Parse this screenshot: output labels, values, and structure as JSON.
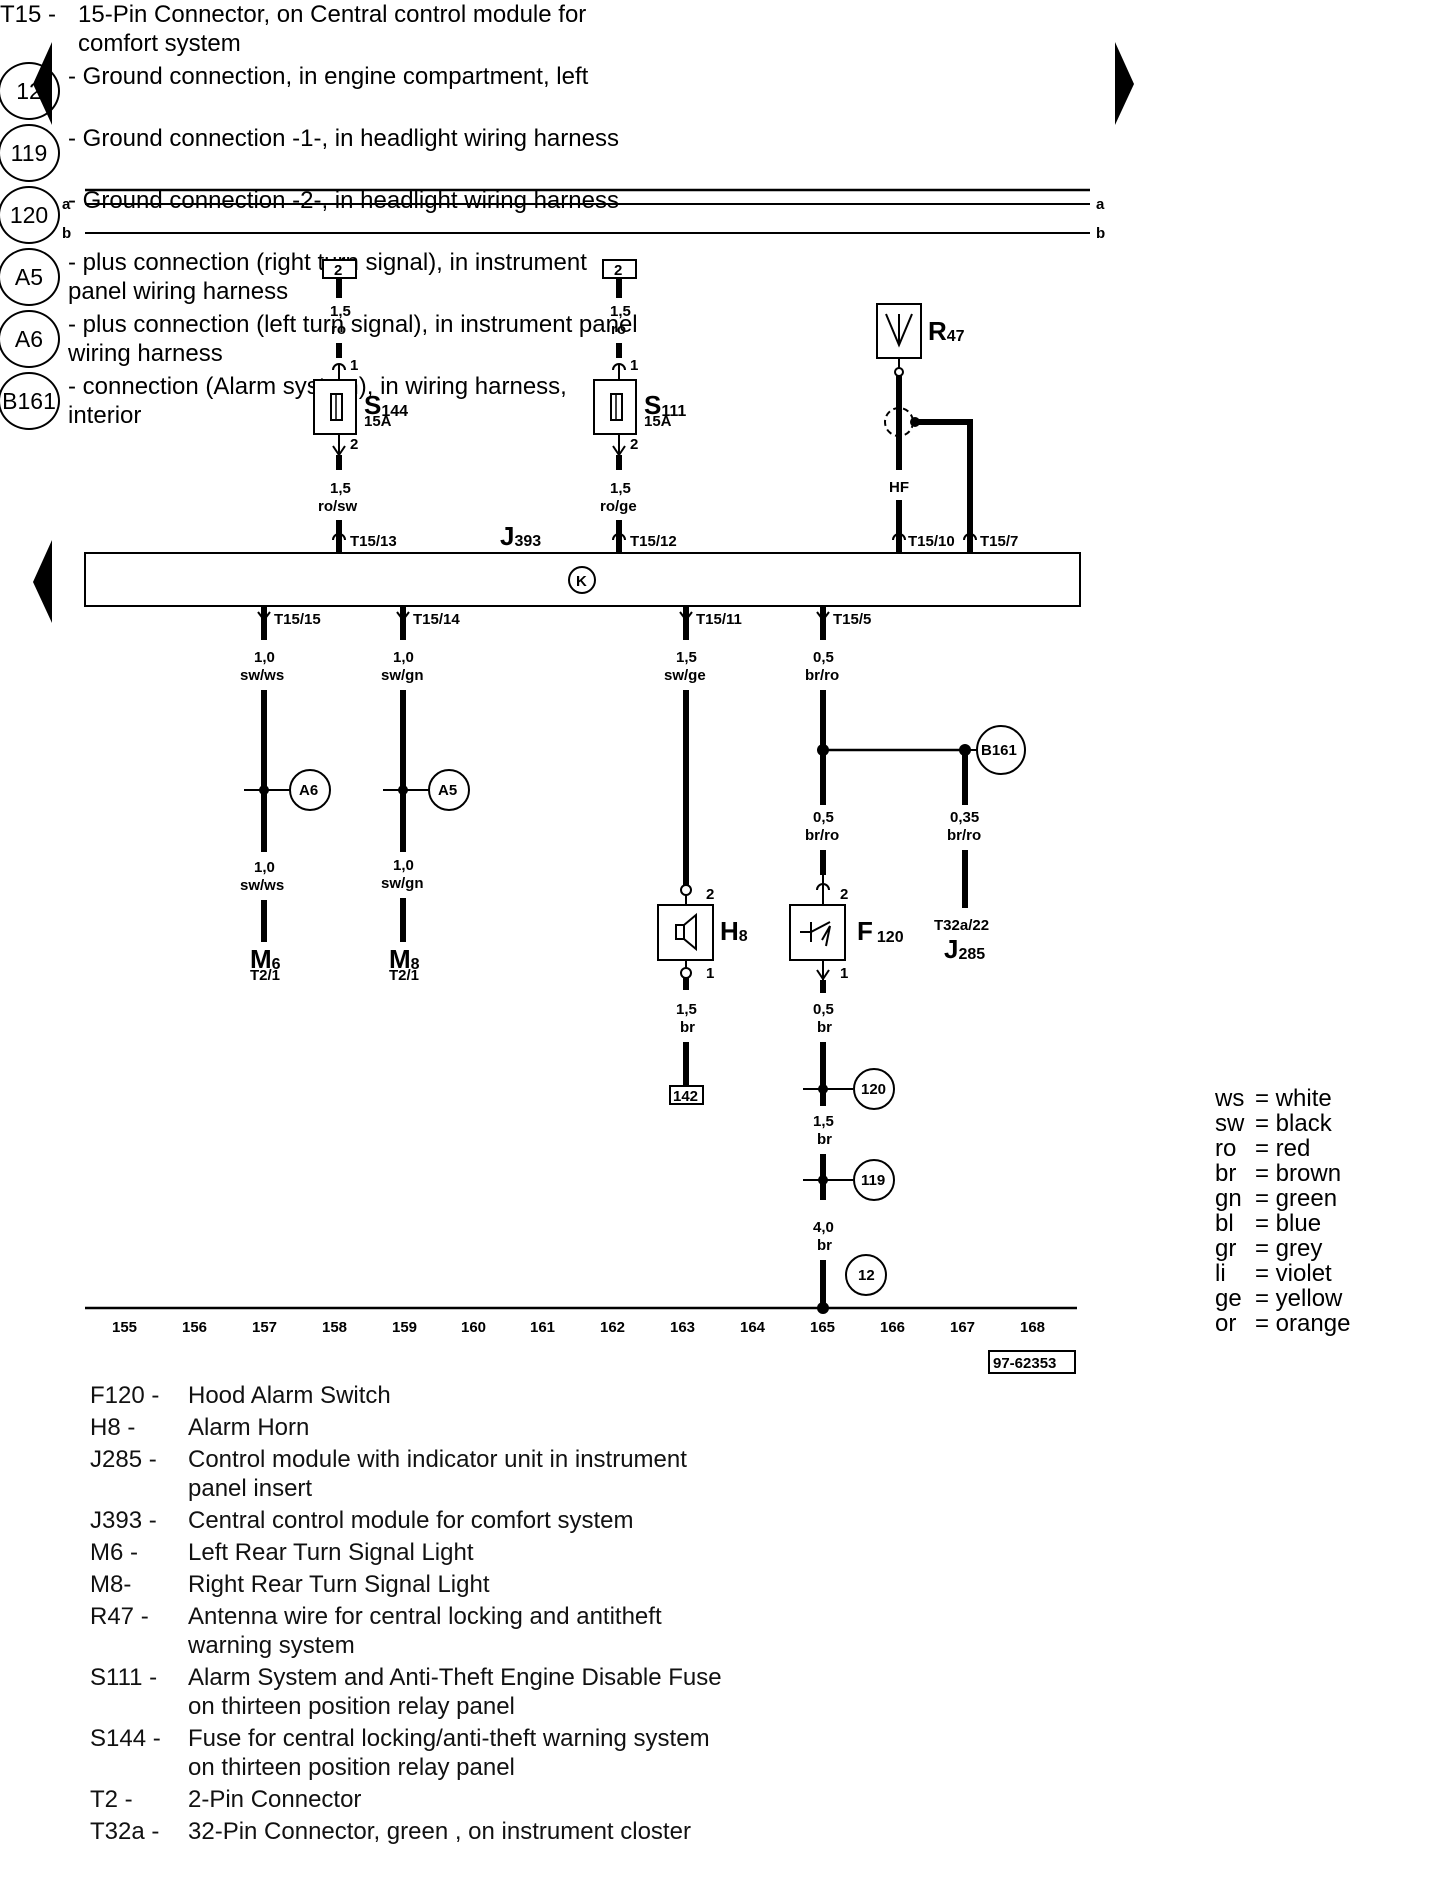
{
  "buses": [
    "a",
    "b"
  ],
  "module": {
    "code": "J",
    "sub": "393",
    "pins_top": [
      "T15/13",
      "T15/12",
      "T15/10",
      "T15/7"
    ],
    "pins_bottom": [
      "T15/15",
      "T15/14",
      "T15/11",
      "T15/5"
    ],
    "symbol": "K"
  },
  "fuses": [
    {
      "code": "S",
      "sub": "144",
      "rating": "15A",
      "feed": "2",
      "in_size": "1,5",
      "in_color": "ro",
      "out_size": "1,5",
      "out_color": "ro/sw",
      "pin_in": "1",
      "pin_out": "2"
    },
    {
      "code": "S",
      "sub": "111",
      "rating": "15A",
      "feed": "2",
      "in_size": "1,5",
      "in_color": "ro",
      "out_size": "1,5",
      "out_color": "ro/ge",
      "pin_in": "1",
      "pin_out": "2"
    }
  ],
  "antenna": {
    "code": "R",
    "sub": "47",
    "wire": "HF"
  },
  "branches": [
    {
      "size1": "1,0",
      "color1": "sw/ws",
      "splice": "A6",
      "size2": "1,0",
      "color2": "sw/ws",
      "end_code": "M",
      "end_sub": "6",
      "end_pin": "T2/1"
    },
    {
      "size1": "1,0",
      "color1": "sw/gn",
      "splice": "A5",
      "size2": "1,0",
      "color2": "sw/gn",
      "end_code": "M",
      "end_sub": "8",
      "end_pin": "T2/1"
    },
    {
      "size1": "1,5",
      "color1": "sw/ge",
      "comp_code": "H",
      "comp_sub": "8",
      "pin_top": "2",
      "pin_bottom": "1",
      "size2": "1,5",
      "color2": "br",
      "ref": "142"
    },
    {
      "size1": "0,5",
      "color1": "br/ro",
      "splice": "B161",
      "size_b": "0,5",
      "color_b": "br/ro",
      "size_c": "0,35",
      "color_c": "br/ro",
      "c_pin": "T32a/22",
      "c_code": "J",
      "c_sub": "285",
      "comp_code": "F",
      "comp_sub": "120",
      "pin_top": "2",
      "pin_bottom": "1",
      "size2": "0,5",
      "color2": "br",
      "g1": "120",
      "size3": "1,5",
      "color3": "br",
      "g2": "119",
      "size4": "4,0",
      "color4": "br",
      "g3": "12"
    }
  ],
  "tracks": [
    "155",
    "156",
    "157",
    "158",
    "159",
    "160",
    "161",
    "162",
    "163",
    "164",
    "165",
    "166",
    "167",
    "168"
  ],
  "diagram_id": "97-62353",
  "color_key": [
    {
      "abbr": "ws",
      "name": "= white"
    },
    {
      "abbr": "sw",
      "name": "= black"
    },
    {
      "abbr": "ro",
      "name": "= red"
    },
    {
      "abbr": "br",
      "name": "= brown"
    },
    {
      "abbr": "gn",
      "name": "= green"
    },
    {
      "abbr": "bl",
      "name": "= blue"
    },
    {
      "abbr": "gr",
      "name": "= grey"
    },
    {
      "abbr": "li",
      "name": "= violet"
    },
    {
      "abbr": "ge",
      "name": "= yellow"
    },
    {
      "abbr": "or",
      "name": "= orange"
    }
  ],
  "legend_left": [
    {
      "code": "F120 -",
      "desc": "Hood Alarm Switch"
    },
    {
      "code": "H8 -",
      "desc": "Alarm Horn"
    },
    {
      "code": "J285 -",
      "desc": "Control module with indicator unit in instrument panel insert"
    },
    {
      "code": "J393 -",
      "desc": "Central control module for comfort system"
    },
    {
      "code": "M6 -",
      "desc": "Left Rear Turn Signal Light"
    },
    {
      "code": "M8-",
      "desc": "Right Rear Turn Signal Light"
    },
    {
      "code": "R47 -",
      "desc": "Antenna wire for central locking and antitheft warning system"
    },
    {
      "code": "S111 -",
      "desc": "Alarm System and Anti-Theft Engine Disable Fuse on thirteen position relay panel"
    },
    {
      "code": "S144 -",
      "desc": "Fuse for central locking/anti-theft warning system on thirteen position relay panel"
    },
    {
      "code": "T2 -",
      "desc": "2-Pin Connector"
    },
    {
      "code": "T32a -",
      "desc": "32-Pin Connector, green , on instrument closter"
    }
  ],
  "legend_right": [
    {
      "code": "T15 -",
      "desc": "15-Pin Connector, on Central control module for comfort system"
    },
    {
      "badge": "12",
      "desc": "- Ground connection, in engine compartment, left"
    },
    {
      "badge": "119",
      "desc": "- Ground connection -1-, in headlight wiring harness"
    },
    {
      "badge": "120",
      "desc": "- Ground connection -2-, in headlight wiring harness"
    },
    {
      "badge": "A5",
      "desc": "- plus connection (right turn signal), in instrument panel wiring harness"
    },
    {
      "badge": "A6",
      "desc": "- plus connection (left turn signal), in instrument panel wiring harness"
    },
    {
      "badge": "B161",
      "desc": "- connection (Alarm system), in wiring harness, interior"
    }
  ]
}
